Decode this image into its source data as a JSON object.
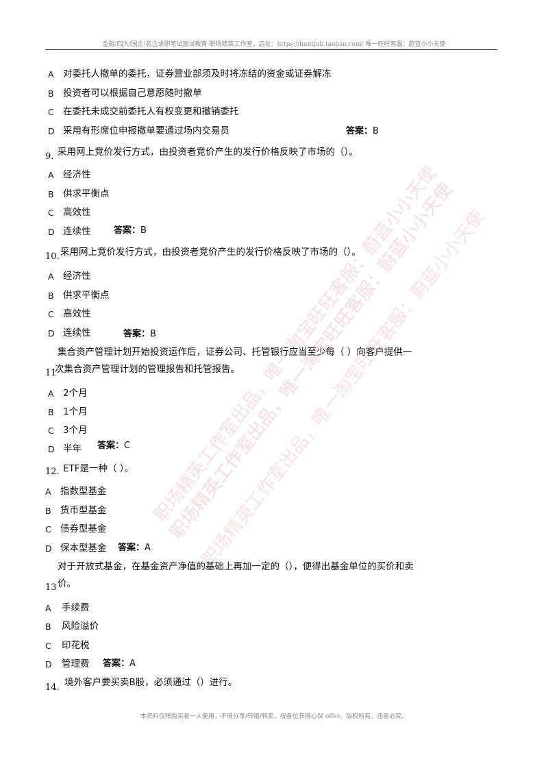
{
  "header": "金融/四大/国企/名企求职笔试面试教育-职场精英工作室，店址：https://huntjob.taobao.com/ 唯一旺旺客服：蔚蓝小小天使",
  "footer": "本资料仅限购买者一人使用，不得分享/转赠/转卖，祝各位获得心仪 offer。版权所有，违者必究。",
  "answer_label": "答案：",
  "q8": {
    "options": [
      {
        "letter": "A",
        "text": "对委托人撤单的委托，证券营业部须及时将冻结的资金或证券解冻"
      },
      {
        "letter": "B",
        "text": "投资者可以根据自己意愿随时撤单"
      },
      {
        "letter": "C",
        "text": "在委托未成交前委托人有权变更和撤销委托"
      },
      {
        "letter": "D",
        "text": "采用有形席位申报撤单要通过场内交易员"
      }
    ],
    "answer": "B"
  },
  "q9": {
    "number": "9.",
    "text": "采用网上竞价发行方式，由投资者竞价产生的发行价格反映了市场的（）。",
    "options": [
      {
        "letter": "A",
        "text": "经济性"
      },
      {
        "letter": "B",
        "text": "供求平衡点"
      },
      {
        "letter": "C",
        "text": "高效性"
      },
      {
        "letter": "D",
        "text": "连续性"
      }
    ],
    "answer": "B"
  },
  "q10": {
    "number": "10.",
    "text": "采用网上竞价发行方式，由投资者竞价产生的发行价格反映了市场的（）。",
    "options": [
      {
        "letter": "A",
        "text": "经济性"
      },
      {
        "letter": "B",
        "text": "供求平衡点"
      },
      {
        "letter": "C",
        "text": "高效性"
      },
      {
        "letter": "D",
        "text": "连续性"
      }
    ],
    "answer": "B"
  },
  "q11": {
    "number": "11",
    "text_line1": "集合资产管理计划开始投资运作后，证券公司、托管银行应当至少每（ ）向客户提供一",
    "text_line2": "次集合资产管理计划的管理报告和托管报告。",
    "options": [
      {
        "letter": "A",
        "text": "2个月"
      },
      {
        "letter": "B",
        "text": "1个月"
      },
      {
        "letter": "C",
        "text": "3个月"
      },
      {
        "letter": "D",
        "text": "半年"
      }
    ],
    "answer": "C"
  },
  "q12": {
    "number": "12.",
    "text": "ETF是一种（ ）。",
    "options": [
      {
        "letter": "A",
        "text": "指数型基金"
      },
      {
        "letter": "B",
        "text": "货币型基金"
      },
      {
        "letter": "C",
        "text": "债券型基金"
      },
      {
        "letter": "D",
        "text": "保本型基金"
      }
    ],
    "answer": "A"
  },
  "q13": {
    "number": "13",
    "text_line1": "对于开放式基金，在基金资产净值的基础上再加一定的（），便得出基金单位的买价和卖",
    "text_line2": "价。",
    "options": [
      {
        "letter": "A",
        "text": "手续费"
      },
      {
        "letter": "B",
        "text": "风险溢价"
      },
      {
        "letter": "C",
        "text": "印花税"
      },
      {
        "letter": "D",
        "text": "管理费"
      }
    ],
    "answer": "A"
  },
  "q14": {
    "number": "14.",
    "text": "境外客户要买卖B股，必须通过（）进行。"
  },
  "watermark": {
    "line1": "职场精英工作室出品，唯一淘宝旺旺客服：蔚蓝小小天使",
    "line2": "职场精英工作室出品，唯一淘宝旺旺客服：蔚蓝小小天使",
    "line3": "职场精英工作室出品，唯一淘宝旺旺客服：蔚蓝小小天使",
    "color": "#dc5a5a"
  }
}
